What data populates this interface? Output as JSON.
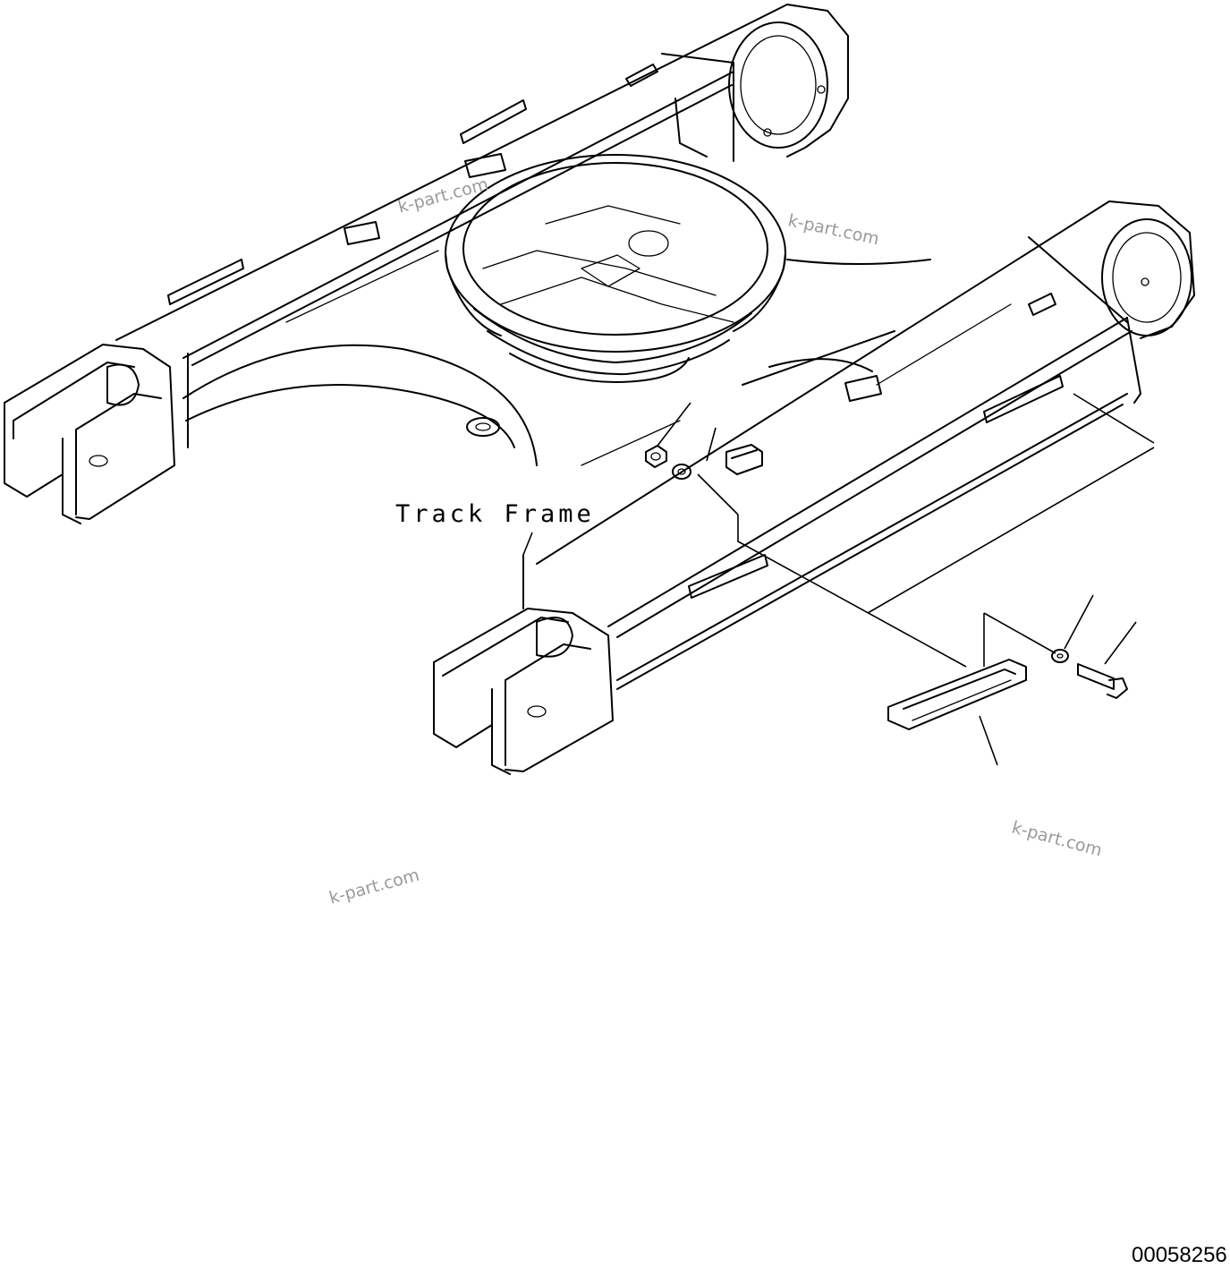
{
  "diagram": {
    "label": "Track Frame",
    "drawing_number": "00058256",
    "watermarks": [
      "k-part.com",
      "k-part.com",
      "k-part.com",
      "k-part.com"
    ]
  },
  "colors": {
    "line": "#000000",
    "background": "#ffffff",
    "watermark": "#9a9a9a"
  },
  "parts": [
    {
      "name": "track-frame"
    },
    {
      "name": "slewing-ring-bearing"
    },
    {
      "name": "nut"
    },
    {
      "name": "washer"
    },
    {
      "name": "mounting-bracket"
    },
    {
      "name": "step-plate"
    },
    {
      "name": "step-washer"
    },
    {
      "name": "step-bolt"
    }
  ]
}
